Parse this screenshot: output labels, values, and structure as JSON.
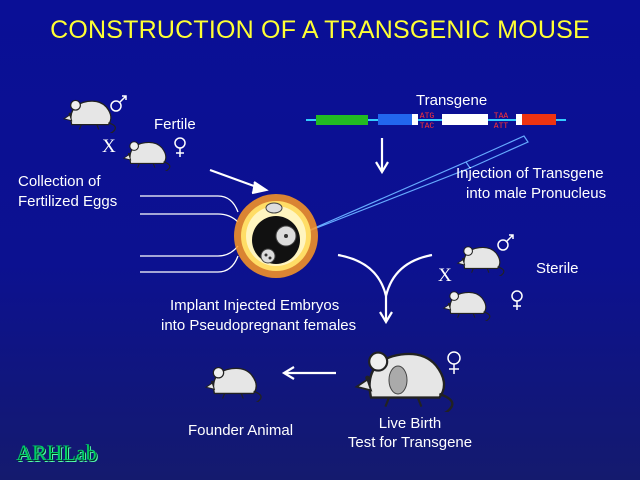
{
  "title": "CONSTRUCTION OF A TRANSGENIC MOUSE",
  "labels": {
    "transgene": "Transgene",
    "fertile": "Fertile",
    "collection_line1": "Collection of",
    "collection_line2": "Fertilized Eggs",
    "injection_line1": "Injection of Transgene",
    "injection_line2": "into male Pronucleus",
    "sterile": "Sterile",
    "implant_line1": "Implant Injected Embryos",
    "implant_line2": "into Pseudopregnant females",
    "founder": "Founder Animal",
    "live_birth_line1": "Live Birth",
    "live_birth_line2": "Test for Transgene",
    "cross_top": "X",
    "cross_sterile": "X"
  },
  "transgene_codons": {
    "start_top": "ATG",
    "start_bottom": "TAC",
    "stop_top": "TAA",
    "stop_bottom": "ATT"
  },
  "logo": "ARHLab",
  "colors": {
    "title": "#ffff33",
    "background": "#0a0f96",
    "dna_green": "#22bb22",
    "dna_blue": "#2266ee",
    "dna_red": "#ee3311",
    "codon_red": "#ff3333",
    "halo_orange": "#ff9922"
  }
}
